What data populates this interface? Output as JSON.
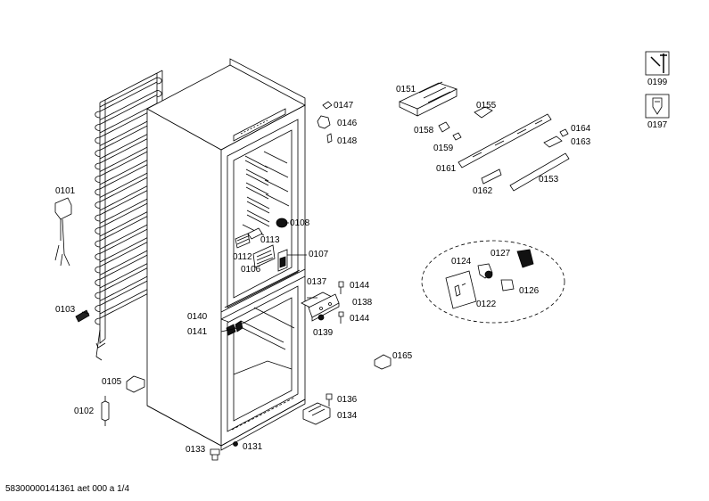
{
  "labels": {
    "p0101": "0101",
    "p0102": "0102",
    "p0103": "0103",
    "p0105": "0105",
    "p0106": "0106",
    "p0107": "0107",
    "p0108": "0108",
    "p0112": "0112",
    "p0113": "0113",
    "p0122": "0122",
    "p0124": "0124",
    "p0126": "0126",
    "p0127": "0127",
    "p0131": "0131",
    "p0133": "0133",
    "p0134": "0134",
    "p0136": "0136",
    "p0137": "0137",
    "p0138": "0138",
    "p0139": "0139",
    "p0140": "0140",
    "p0141": "0141",
    "p0144a": "0144",
    "p0144b": "0144",
    "p0146": "0146",
    "p0147": "0147",
    "p0148": "0148",
    "p0151": "0151",
    "p0153": "0153",
    "p0155": "0155",
    "p0158": "0158",
    "p0159": "0159",
    "p0161": "0161",
    "p0162": "0162",
    "p0163": "0163",
    "p0164": "0164",
    "p0165": "0165",
    "p0197": "0197",
    "p0199": "0199"
  },
  "footer": "58300000141361 aet 000 a 1/4",
  "icons": {
    "tools": "wrench-screwdriver-icon",
    "lubricant": "grease-tube-icon"
  },
  "colors": {
    "line": "#000000",
    "fill": "#ffffff",
    "dark": "#111111"
  }
}
